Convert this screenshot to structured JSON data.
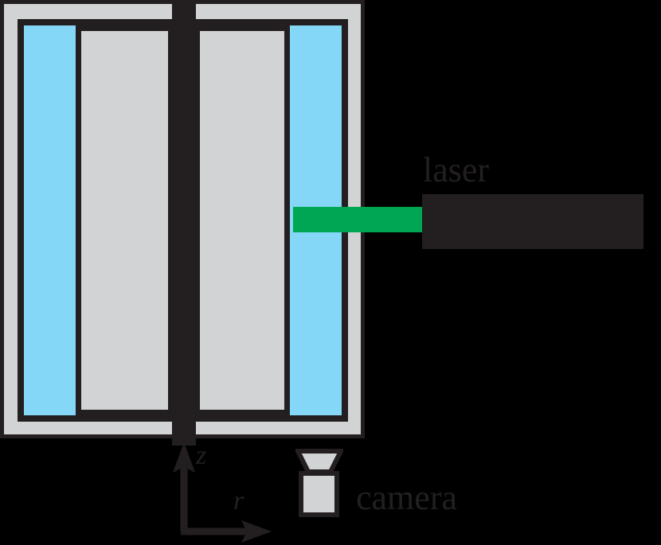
{
  "figure": {
    "type": "experimental-apparatus-schematic",
    "description": "Cross-section schematic of an axisymmetric annular vessel illuminated by a laser sheet and observed from below by a camera"
  },
  "background_color": "#000000",
  "colors": {
    "vessel_gray": "#d1d3d4",
    "liquid_blue": "#85d7f7",
    "outline_dark": "#231f20",
    "laser_green": "#00a651",
    "canvas_black": "#000000"
  },
  "labels": {
    "laser": "laser",
    "camera": "camera",
    "axis_z": "z",
    "axis_r": "r"
  },
  "components": {
    "vessel": {
      "name": "outer vessel wall",
      "fill": "#d1d3d4",
      "stroke": "#231f20"
    },
    "liquid_layer": {
      "name": "working fluid annulus",
      "fill": "#85d7f7",
      "stroke": "#231f20"
    },
    "inner_core_left": {
      "name": "inner cylinder cross-section (left)",
      "fill": "#d1d3d4",
      "stroke": "#231f20"
    },
    "inner_core_right": {
      "name": "inner cylinder cross-section (right)",
      "fill": "#d1d3d4",
      "stroke": "#231f20"
    },
    "center_column": {
      "name": "rotation axis shaft",
      "fill": "#231f20"
    },
    "laser_beam": {
      "name": "laser sheet",
      "fill": "#00a651"
    },
    "laser_body": {
      "name": "laser housing",
      "fill": "#231f20"
    },
    "camera_body": {
      "name": "camera body",
      "fill": "#d1d3d4",
      "stroke": "#231f20"
    },
    "camera_lens": {
      "name": "camera lens",
      "fill": "#d1d3d4",
      "stroke": "#231f20"
    },
    "coordinate_axes": {
      "name": "cylindrical coordinate axes",
      "vertical_axis": "z",
      "horizontal_axis": "r",
      "stroke": "#231f20"
    }
  }
}
